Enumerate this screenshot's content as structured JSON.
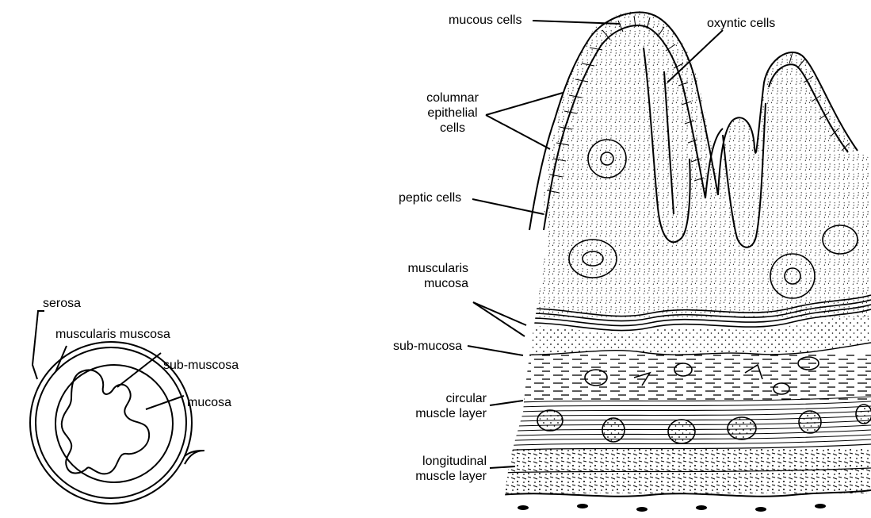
{
  "colors": {
    "ink": "#000000",
    "paper": "#ffffff"
  },
  "cross_section": {
    "labels": {
      "serosa": "serosa",
      "muscularis_muscosa": "muscularis muscosa",
      "sub_muscosa": "sub-muscosa",
      "mucosa": "mucosa"
    }
  },
  "wall_section": {
    "labels": {
      "mucous_cells": "mucous cells",
      "oxyntic_cells": "oxyntic cells",
      "columnar_epithelial_cells": [
        "columnar",
        "epithelial",
        "cells"
      ],
      "peptic_cells": "peptic cells",
      "muscularis_mucosa": [
        "muscularis",
        "mucosa"
      ],
      "sub_mucosa": "sub-mucosa",
      "circular_muscle_layer": [
        "circular",
        "muscle layer"
      ],
      "longitudinal_muscle_layer": [
        "longitudinal",
        "muscle layer"
      ]
    }
  }
}
